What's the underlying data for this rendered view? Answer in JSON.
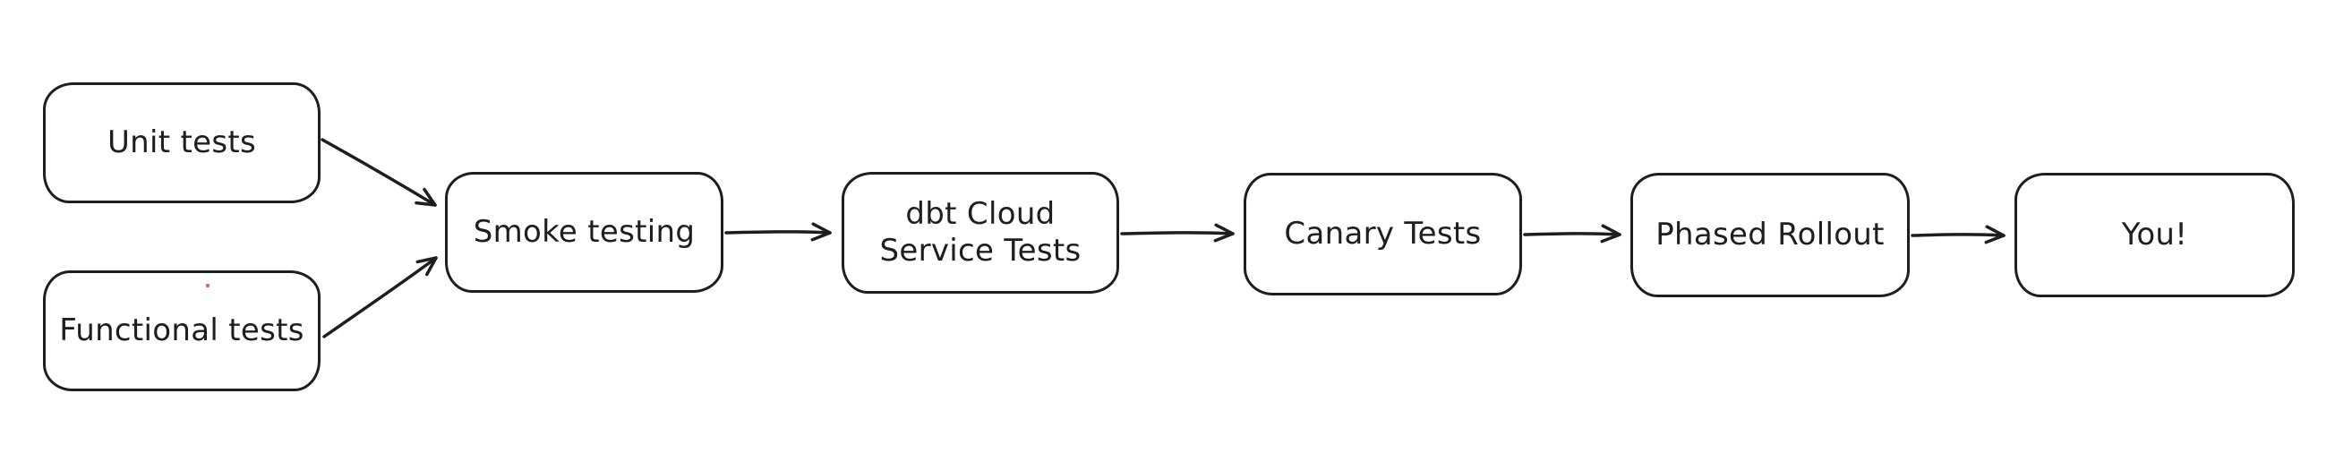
{
  "diagram": {
    "type": "flowchart",
    "style": "hand-drawn",
    "nodes": [
      {
        "id": "unit-tests",
        "label": "Unit tests"
      },
      {
        "id": "functional-tests",
        "label": "Functional tests"
      },
      {
        "id": "smoke-testing",
        "label": "Smoke testing"
      },
      {
        "id": "dbt-cloud-service-tests",
        "label": "dbt Cloud Service Tests",
        "lines": [
          "dbt Cloud",
          "Service Tests"
        ]
      },
      {
        "id": "canary-tests",
        "label": "Canary Tests"
      },
      {
        "id": "phased-rollout",
        "label": "Phased Rollout"
      },
      {
        "id": "you",
        "label": "You!"
      }
    ],
    "edges": [
      {
        "from": "unit-tests",
        "to": "smoke-testing"
      },
      {
        "from": "functional-tests",
        "to": "smoke-testing"
      },
      {
        "from": "smoke-testing",
        "to": "dbt-cloud-service-tests"
      },
      {
        "from": "dbt-cloud-service-tests",
        "to": "canary-tests"
      },
      {
        "from": "canary-tests",
        "to": "phased-rollout"
      },
      {
        "from": "phased-rollout",
        "to": "you"
      }
    ],
    "colors": {
      "stroke": "#1e1e1e",
      "background": "#ffffff",
      "artifact_dot": "#d16a6a"
    }
  }
}
